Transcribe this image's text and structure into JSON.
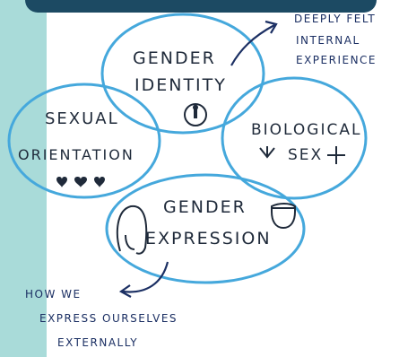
{
  "circles": {
    "gender_identity": {
      "line1": "GENDER",
      "line2": "IDENTITY"
    },
    "sexual_orientation": {
      "line1": "SEXUAL",
      "line2": "ORIENTATION"
    },
    "biological_sex": {
      "line1": "BIOLOGICAL",
      "line2": "SEX"
    },
    "gender_expression": {
      "line1": "GENDER",
      "line2": "EXPRESSION"
    }
  },
  "annotations": {
    "identity_note": {
      "line1": "DEEPLY FELT",
      "line2": "INTERNAL",
      "line3": "EXPERIENCE"
    },
    "expression_note": {
      "line1": "HOW WE",
      "line2": "EXPRESS OURSELVES",
      "line3": "EXTERNALLY"
    }
  },
  "colors": {
    "circle_stroke": "#45a8dc",
    "ink": "#1f2a3a",
    "note_ink": "#1b2f63",
    "band_teal": "#a9dbd9",
    "band_navy": "#1c4a63"
  },
  "icons": [
    "brain-head-icon",
    "hearts-icon",
    "symbols-icon",
    "long-hair-face-icon",
    "short-hair-face-icon"
  ]
}
